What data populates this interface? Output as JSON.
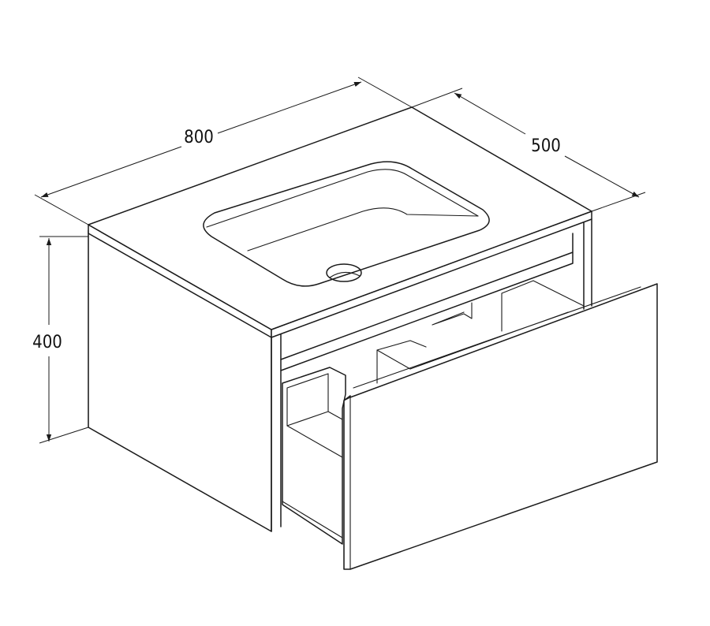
{
  "dimensions": {
    "width": "800",
    "depth": "500",
    "height": "400"
  },
  "colors": {
    "line": "#1a1a1a",
    "background": "#ffffff"
  }
}
